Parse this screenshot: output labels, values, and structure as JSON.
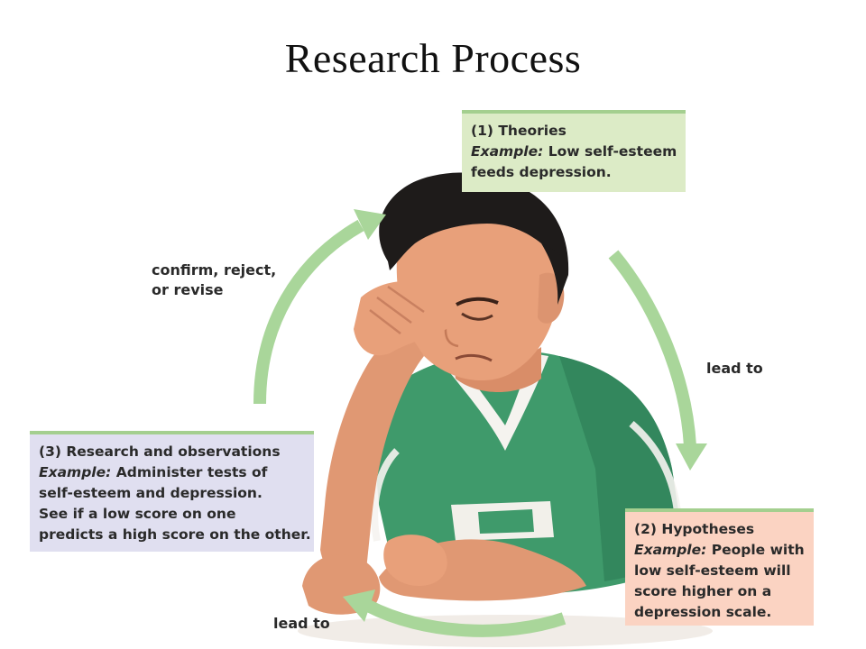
{
  "title": "Research Process",
  "boxes": {
    "theories": {
      "heading": "(1) Theories",
      "example_label": "Example:",
      "example_first": " Low self-esteem",
      "example_rest": [
        "feeds depression."
      ]
    },
    "hypotheses": {
      "heading": "(2) Hypotheses",
      "example_label": "Example:",
      "example_first": " People with",
      "example_rest": [
        "low self-esteem will",
        "score higher on a",
        "depression scale."
      ]
    },
    "research": {
      "heading": "(3) Research and observations",
      "example_label": "Example:",
      "example_first": " Administer tests of",
      "example_rest": [
        "self-esteem and depression.",
        "See if a low score on one",
        "predicts a high score on the other."
      ]
    }
  },
  "cycle_labels": {
    "confirm": [
      "confirm, reject,",
      "or revise"
    ],
    "lead_right": "lead to",
    "lead_bottom": "lead to"
  },
  "colors": {
    "arrow": "#a9d69a",
    "theories_bg": "#dcebc6",
    "hypotheses_bg": "#fbd3c2",
    "research_bg": "#e0dff0",
    "shirt": "#3f9a6b",
    "skin": "#e8a07a",
    "hair": "#1e1b1a"
  },
  "illustration": {
    "subject": "stressed-young-man-holding-head"
  }
}
